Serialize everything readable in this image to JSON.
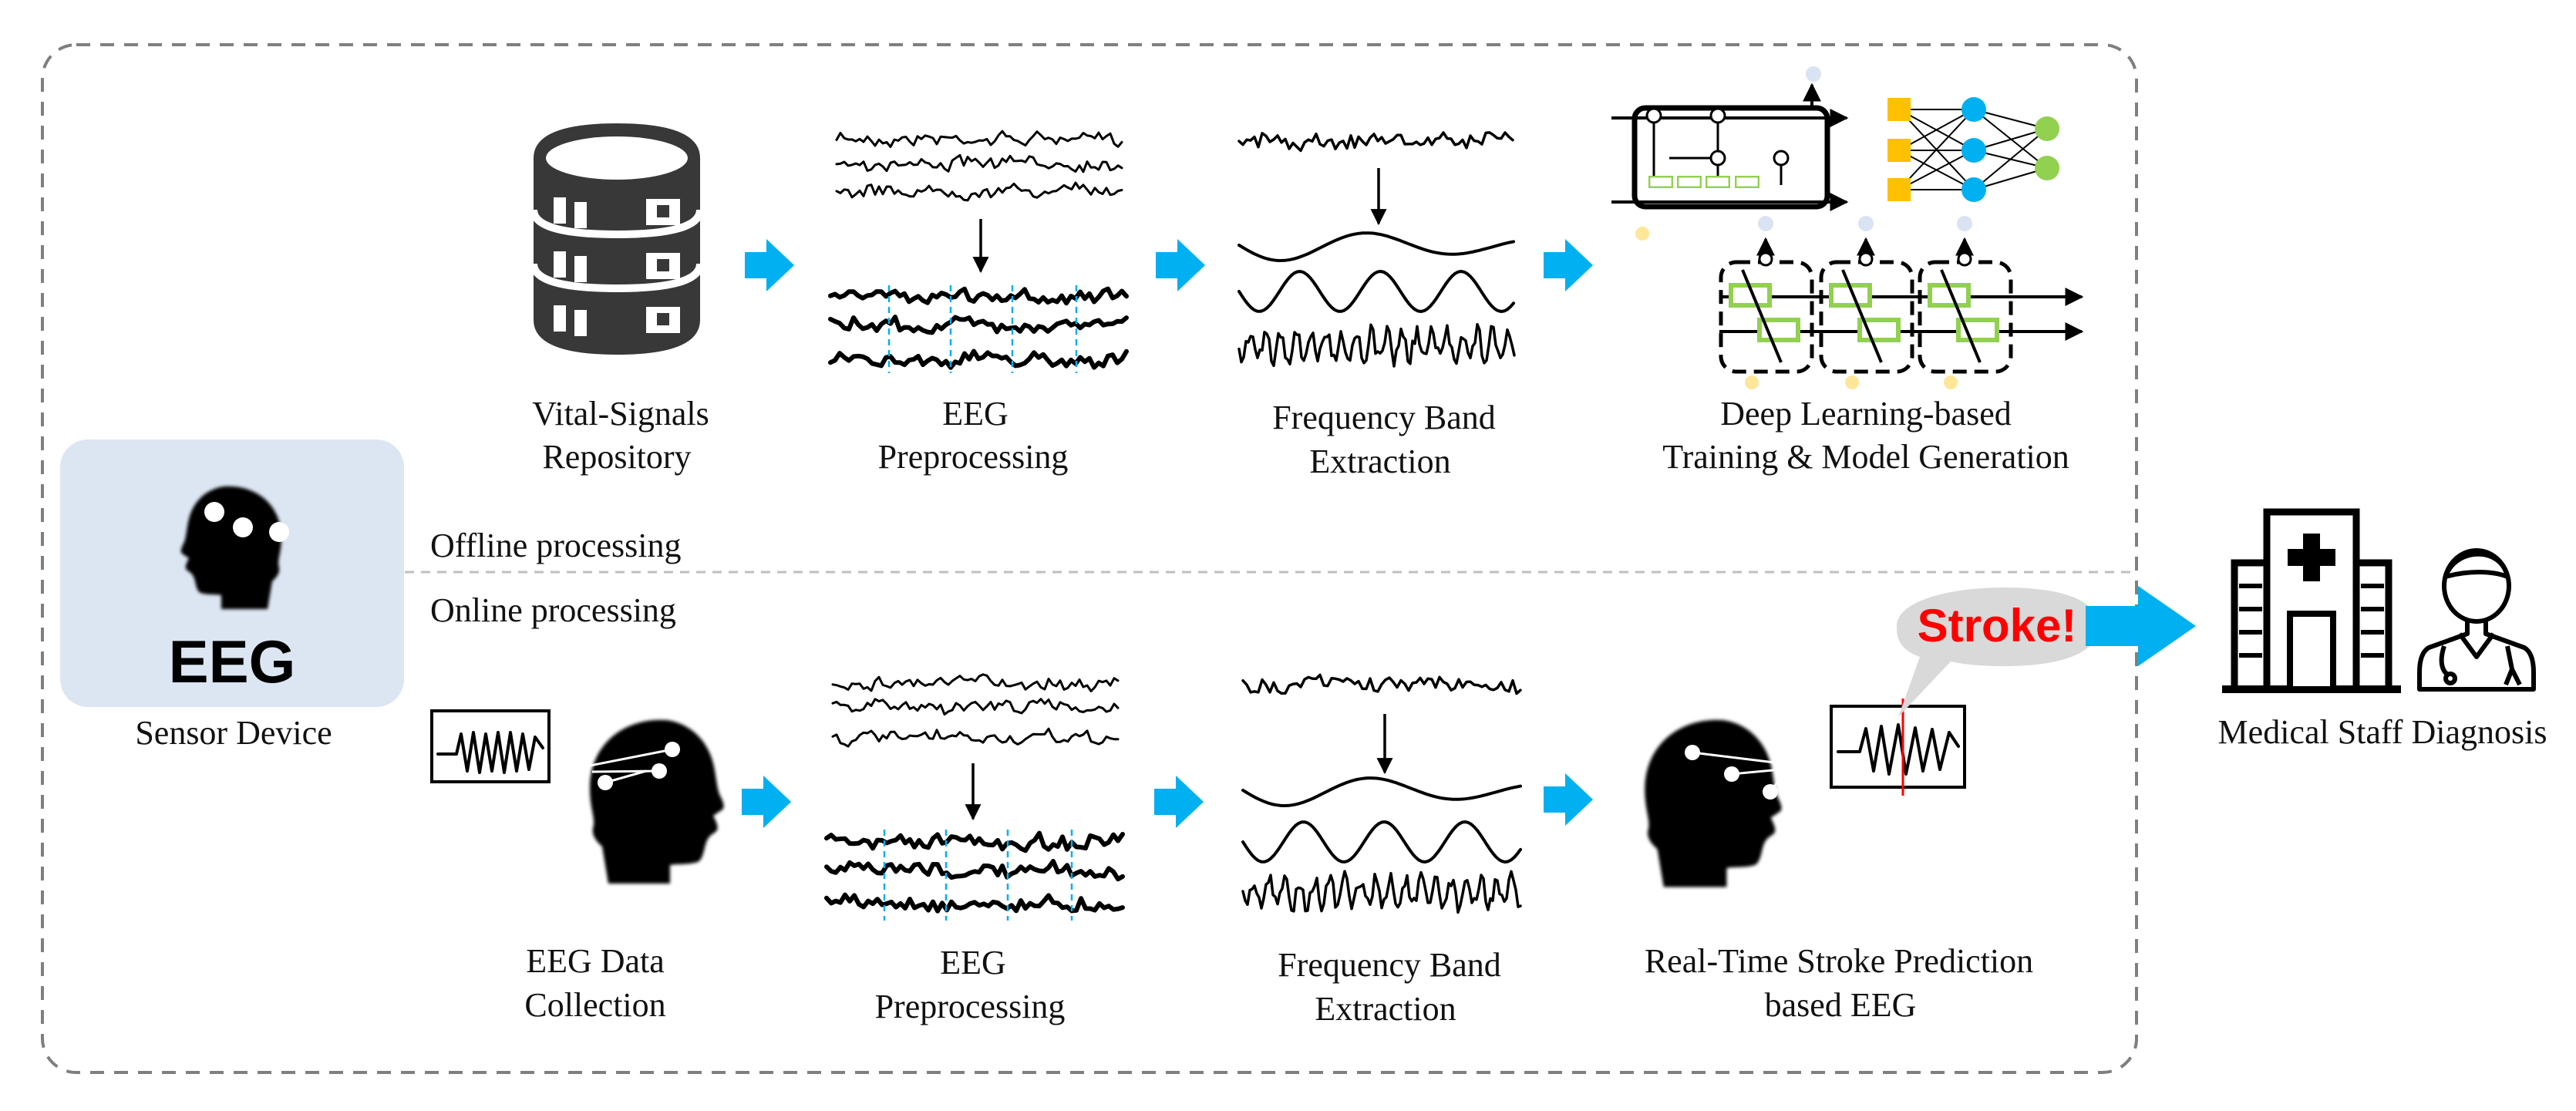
{
  "colors": {
    "accent_arrow": "#00b0f0",
    "sensor_panel": "#dce6f2",
    "alert_text": "#ff0000",
    "alert_bubble": "#d9d9d9",
    "nn_input": "#ffc000",
    "nn_hidden": "#00b0f0",
    "nn_output": "#92d050",
    "lstm_cell": "#92d050",
    "dashed_border": "#7f7f7f"
  },
  "sensor": {
    "icon": "head-with-electrodes-icon",
    "eeg_label": "EEG",
    "caption": "Sensor Device"
  },
  "sections": {
    "offline": "Offline processing",
    "online": "Online processing"
  },
  "offline_steps": [
    {
      "icon": "database-icon",
      "label_line1": "Vital-Signals",
      "label_line2": "Repository"
    },
    {
      "icon": "eeg-preprocessing-icon",
      "label_line1": "EEG",
      "label_line2": "Preprocessing"
    },
    {
      "icon": "frequency-band-icon",
      "label_line1": "Frequency Band",
      "label_line2": "Extraction"
    },
    {
      "icon": "deep-learning-icon",
      "label_line1": "Deep Learning-based",
      "label_line2": "Training & Model Generation"
    }
  ],
  "online_steps": [
    {
      "icon": "eeg-collection-icon",
      "label_line1": "EEG Data",
      "label_line2": "Collection"
    },
    {
      "icon": "eeg-preprocessing-icon",
      "label_line1": "EEG",
      "label_line2": "Preprocessing"
    },
    {
      "icon": "frequency-band-icon",
      "label_line1": "Frequency Band",
      "label_line2": "Extraction"
    },
    {
      "icon": "stroke-prediction-icon",
      "label_line1": "Real-Time Stroke Prediction",
      "label_line2": "based EEG"
    }
  ],
  "alert": {
    "text": "Stroke!"
  },
  "diagnosis": {
    "icons": [
      "hospital-icon",
      "doctor-icon"
    ],
    "label": "Medical Staff Diagnosis"
  }
}
